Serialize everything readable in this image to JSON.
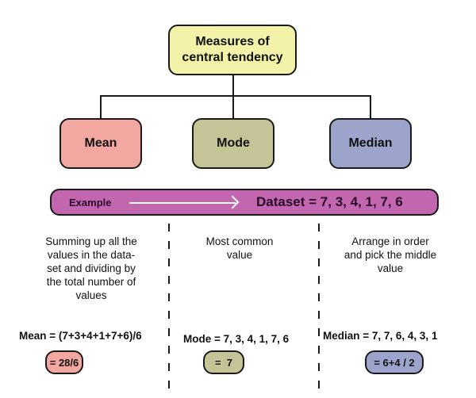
{
  "title": "Measures of central tendency",
  "title_lines": [
    "Measures of",
    "central tendency"
  ],
  "categories": [
    {
      "label": "Mean",
      "color": "#f2a7a0"
    },
    {
      "label": "Mode",
      "color": "#c4c497"
    },
    {
      "label": "Median",
      "color": "#9da4cc"
    }
  ],
  "root_color": "#f2f2a8",
  "example_bar": {
    "label": "Example",
    "dataset": "Dataset = 7, 3, 4, 1, 7, 6",
    "color": "#c266b0"
  },
  "descriptions": {
    "mean": [
      "Summing up all the",
      "values in the data-",
      "set and dividing by",
      "the total number of",
      "values"
    ],
    "mode": [
      "Most common",
      "value"
    ],
    "median": [
      "Arrange in order",
      "and pick the middle",
      "value"
    ]
  },
  "formulas": {
    "mean": "Mean = (7+3+4+1+7+6)/6",
    "mode": "Mode = 7, 3, 4, 1, 7, 6",
    "median": "Median = 7, 7, 6, 4, 3, 1"
  },
  "results": {
    "mean": "= 28/6",
    "mode": "=  7",
    "median": "= 6+4 / 2"
  }
}
